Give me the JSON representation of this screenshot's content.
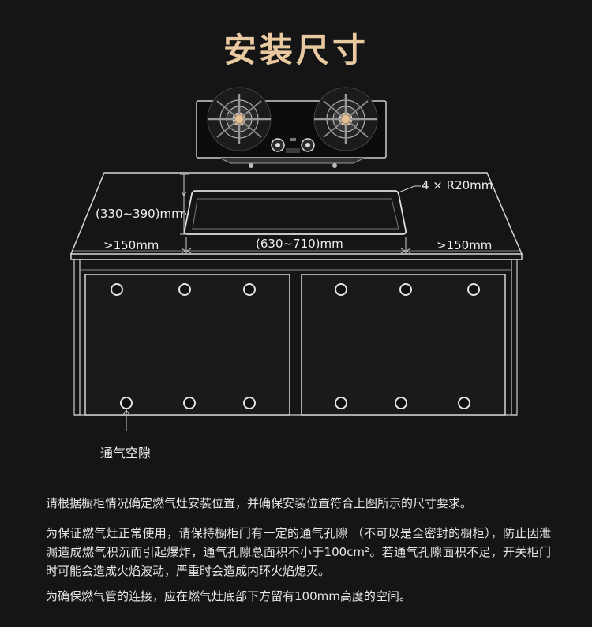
{
  "title": "安装尺寸",
  "dimensions": {
    "corner_radius": "4 × R20mm",
    "depth": "(330~390)mm",
    "left_margin": ">150mm",
    "cutout_width": "(630~710)mm",
    "right_margin": ">150mm"
  },
  "vent_label": "通气空隙",
  "notes": [
    "请根据橱柜情况确定燃气灶安装位置，并确保安装位置符合上图所示的尺寸要求。",
    "为保证燃气灶正常使用，请保持橱柜门有一定的通气孔隙 （不可以是全密封的橱柜），防止因泄漏造成燃气积沉而引起爆炸，通气孔隙总面积不小于100cm²。若通气孔隙面积不足，开关柜门时可能会造成火焰波动，严重时会造成内环火焰熄灭。",
    "为确保燃气管的连接，应在燃气灶底部下方留有100mm高度的空间。"
  ],
  "colors": {
    "background": "#151515",
    "title": "#e8c9a0",
    "line": "#d8d8d8",
    "text": "#e6e6e6"
  }
}
